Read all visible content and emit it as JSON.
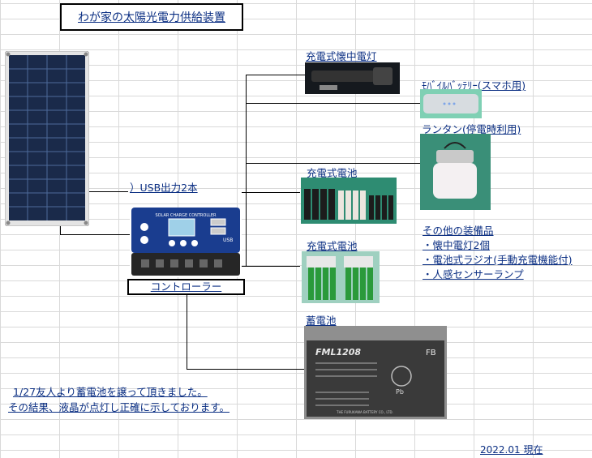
{
  "title": "わが家の太陽光電力供給装置",
  "labels": {
    "flashlight": "充電式懐中電灯",
    "mobile_battery": "ﾓﾊﾞｲﾙﾊﾞｯﾃﾘｰ(スマホ用)",
    "lantern": "ランタン(停電時利用)",
    "rechargeable_1": "充電式電池",
    "rechargeable_2": "充電式電池",
    "usb_output": "）USB出力2本",
    "controller": "コントローラー",
    "storage_battery": "蓄電池"
  },
  "other_equipment": {
    "heading": "その他の装備品",
    "items": [
      "・懐中電灯2個",
      "・電池式ラジオ(手動充電機能付)",
      "・人感センサーランプ"
    ]
  },
  "note": [
    "1/27友人より蓄電池を譲って頂きました。",
    "その結果、液晶が点灯し正確に示しております。"
  ],
  "date": "2022.01 現在",
  "controller_panel": {
    "header": "SOLAR CHARGE CONTROLLER",
    "usb": "USB"
  },
  "battery_print": {
    "model": "FML1208",
    "brand": "FB",
    "maker": "THE FURUKAWA BATTERY CO., LTD.",
    "recycle": "Pb"
  }
}
